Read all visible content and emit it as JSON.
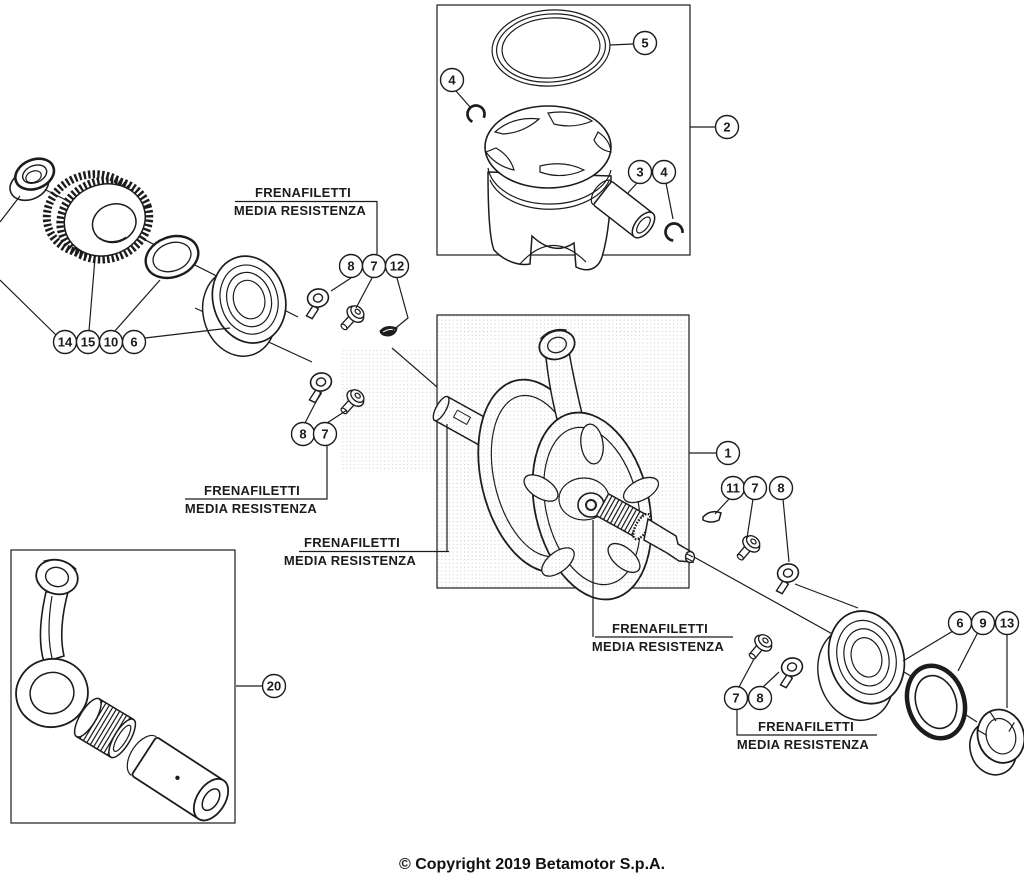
{
  "diagram": {
    "copyright": "© Copyright 2019 Betamotor S.p.A.",
    "note_line1": "FRENAFILETTI",
    "note_line2": "MEDIA RESISTENZA"
  },
  "callouts": {
    "piston_ring": "5",
    "circlip_top": "4",
    "piston_kit": "2",
    "piston_pin": "3",
    "circlip_side": "4",
    "bearing_14": "14",
    "gear_15": "15",
    "shim_10": "10",
    "bearing_left": "6",
    "washer_top": "8",
    "bolt_top": "7",
    "pin_12": "12",
    "washer_mid": "8",
    "bolt_mid": "7",
    "crankshaft": "1",
    "key_11": "11",
    "bolt_right": "7",
    "washer_right": "8",
    "bolt_low": "7",
    "washer_low": "8",
    "bearing_right": "6",
    "seal_9": "9",
    "nut_13": "13",
    "conrod_kit": "20"
  }
}
